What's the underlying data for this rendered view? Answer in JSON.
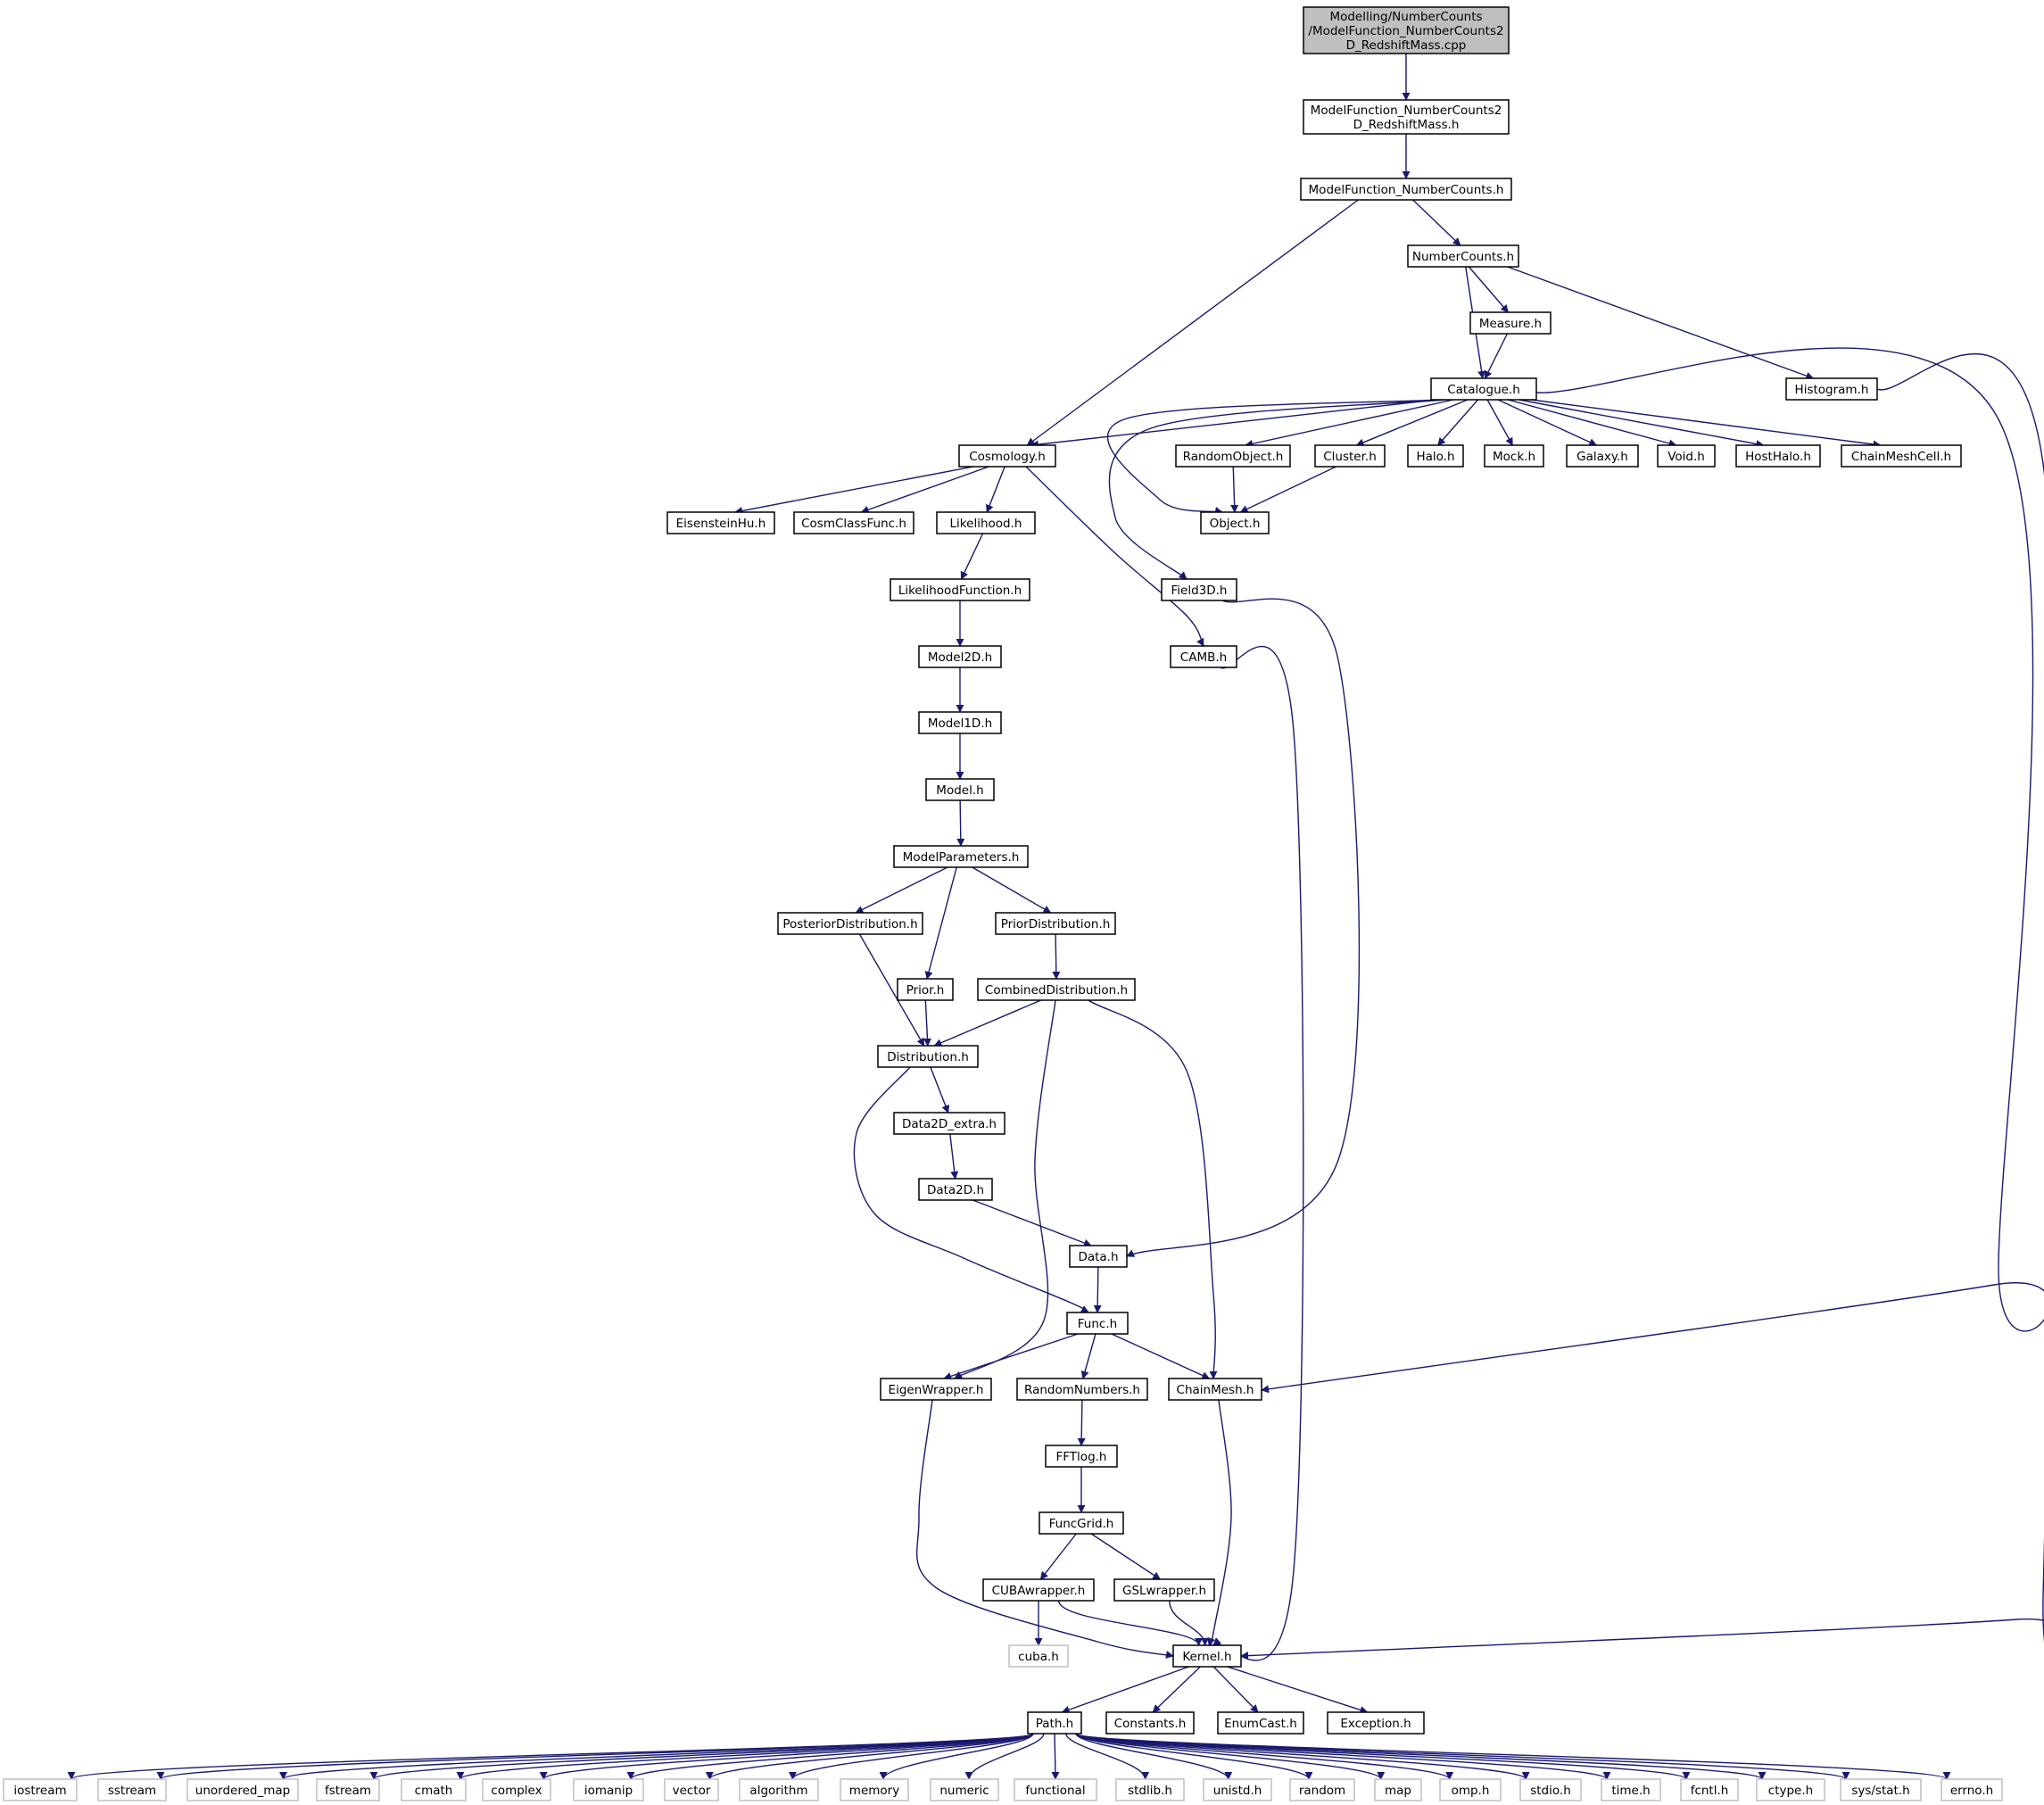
{
  "graph": {
    "nodes": [
      {
        "id": "root",
        "lines": [
          "Modelling/NumberCounts",
          "/ModelFunction_NumberCounts2",
          "D_RedshiftMass.cpp"
        ],
        "kind": "root"
      },
      {
        "id": "mf2d_h",
        "lines": [
          "ModelFunction_NumberCounts2",
          "D_RedshiftMass.h"
        ]
      },
      {
        "id": "mfnc_h",
        "lines": [
          "ModelFunction_NumberCounts.h"
        ]
      },
      {
        "id": "nc_h",
        "lines": [
          "NumberCounts.h"
        ]
      },
      {
        "id": "measure_h",
        "lines": [
          "Measure.h"
        ]
      },
      {
        "id": "catalogue_h",
        "lines": [
          "Catalogue.h"
        ]
      },
      {
        "id": "histogram_h",
        "lines": [
          "Histogram.h"
        ]
      },
      {
        "id": "cosmology_h",
        "lines": [
          "Cosmology.h"
        ]
      },
      {
        "id": "randomobject_h",
        "lines": [
          "RandomObject.h"
        ]
      },
      {
        "id": "cluster_h",
        "lines": [
          "Cluster.h"
        ]
      },
      {
        "id": "halo_h",
        "lines": [
          "Halo.h"
        ]
      },
      {
        "id": "mock_h",
        "lines": [
          "Mock.h"
        ]
      },
      {
        "id": "galaxy_h",
        "lines": [
          "Galaxy.h"
        ]
      },
      {
        "id": "void_h",
        "lines": [
          "Void.h"
        ]
      },
      {
        "id": "hosthalo_h",
        "lines": [
          "HostHalo.h"
        ]
      },
      {
        "id": "chainmeshcell_h",
        "lines": [
          "ChainMeshCell.h"
        ]
      },
      {
        "id": "eisensteinhu_h",
        "lines": [
          "EisensteinHu.h"
        ]
      },
      {
        "id": "cosmclassfunc_h",
        "lines": [
          "CosmClassFunc.h"
        ]
      },
      {
        "id": "likelihood_h",
        "lines": [
          "Likelihood.h"
        ]
      },
      {
        "id": "object_h",
        "lines": [
          "Object.h"
        ]
      },
      {
        "id": "likelihoodfunction_h",
        "lines": [
          "LikelihoodFunction.h"
        ]
      },
      {
        "id": "field3d_h",
        "lines": [
          "Field3D.h"
        ]
      },
      {
        "id": "model2d_h",
        "lines": [
          "Model2D.h"
        ]
      },
      {
        "id": "camb_h",
        "lines": [
          "CAMB.h"
        ]
      },
      {
        "id": "model1d_h",
        "lines": [
          "Model1D.h"
        ]
      },
      {
        "id": "model_h",
        "lines": [
          "Model.h"
        ]
      },
      {
        "id": "modelparameters_h",
        "lines": [
          "ModelParameters.h"
        ]
      },
      {
        "id": "posterior_h",
        "lines": [
          "PosteriorDistribution.h"
        ]
      },
      {
        "id": "prior_dist_h",
        "lines": [
          "PriorDistribution.h"
        ]
      },
      {
        "id": "prior_h",
        "lines": [
          "Prior.h"
        ]
      },
      {
        "id": "combined_h",
        "lines": [
          "CombinedDistribution.h"
        ]
      },
      {
        "id": "distribution_h",
        "lines": [
          "Distribution.h"
        ]
      },
      {
        "id": "data2dextra_h",
        "lines": [
          "Data2D_extra.h"
        ]
      },
      {
        "id": "data2d_h",
        "lines": [
          "Data2D.h"
        ]
      },
      {
        "id": "data_h",
        "lines": [
          "Data.h"
        ]
      },
      {
        "id": "func_h",
        "lines": [
          "Func.h"
        ]
      },
      {
        "id": "eigen_h",
        "lines": [
          "EigenWrapper.h"
        ]
      },
      {
        "id": "randomnumbers_h",
        "lines": [
          "RandomNumbers.h"
        ]
      },
      {
        "id": "chainmesh_h",
        "lines": [
          "ChainMesh.h"
        ]
      },
      {
        "id": "fftlog_h",
        "lines": [
          "FFTlog.h"
        ]
      },
      {
        "id": "funcgrid_h",
        "lines": [
          "FuncGrid.h"
        ]
      },
      {
        "id": "cuba_wrap_h",
        "lines": [
          "CUBAwrapper.h"
        ]
      },
      {
        "id": "gsl_wrap_h",
        "lines": [
          "GSLwrapper.h"
        ]
      },
      {
        "id": "cuba_h",
        "lines": [
          "cuba.h"
        ],
        "kind": "ext"
      },
      {
        "id": "kernel_h",
        "lines": [
          "Kernel.h"
        ]
      },
      {
        "id": "path_h",
        "lines": [
          "Path.h"
        ]
      },
      {
        "id": "constants_h",
        "lines": [
          "Constants.h"
        ]
      },
      {
        "id": "enumcast_h",
        "lines": [
          "EnumCast.h"
        ]
      },
      {
        "id": "exception_h",
        "lines": [
          "Exception.h"
        ]
      },
      {
        "id": "iostream",
        "lines": [
          "iostream"
        ],
        "kind": "ext"
      },
      {
        "id": "sstream",
        "lines": [
          "sstream"
        ],
        "kind": "ext"
      },
      {
        "id": "unordered_map",
        "lines": [
          "unordered_map"
        ],
        "kind": "ext"
      },
      {
        "id": "fstream",
        "lines": [
          "fstream"
        ],
        "kind": "ext"
      },
      {
        "id": "cmath",
        "lines": [
          "cmath"
        ],
        "kind": "ext"
      },
      {
        "id": "complex",
        "lines": [
          "complex"
        ],
        "kind": "ext"
      },
      {
        "id": "iomanip",
        "lines": [
          "iomanip"
        ],
        "kind": "ext"
      },
      {
        "id": "vector",
        "lines": [
          "vector"
        ],
        "kind": "ext"
      },
      {
        "id": "algorithm",
        "lines": [
          "algorithm"
        ],
        "kind": "ext"
      },
      {
        "id": "memory",
        "lines": [
          "memory"
        ],
        "kind": "ext"
      },
      {
        "id": "numeric",
        "lines": [
          "numeric"
        ],
        "kind": "ext"
      },
      {
        "id": "functional",
        "lines": [
          "functional"
        ],
        "kind": "ext"
      },
      {
        "id": "stdlib_h",
        "lines": [
          "stdlib.h"
        ],
        "kind": "ext"
      },
      {
        "id": "unistd_h",
        "lines": [
          "unistd.h"
        ],
        "kind": "ext"
      },
      {
        "id": "random",
        "lines": [
          "random"
        ],
        "kind": "ext"
      },
      {
        "id": "map",
        "lines": [
          "map"
        ],
        "kind": "ext"
      },
      {
        "id": "omp_h",
        "lines": [
          "omp.h"
        ],
        "kind": "ext"
      },
      {
        "id": "stdio_h",
        "lines": [
          "stdio.h"
        ],
        "kind": "ext"
      },
      {
        "id": "time_h",
        "lines": [
          "time.h"
        ],
        "kind": "ext"
      },
      {
        "id": "fcntl_h",
        "lines": [
          "fcntl.h"
        ],
        "kind": "ext"
      },
      {
        "id": "ctype_h",
        "lines": [
          "ctype.h"
        ],
        "kind": "ext"
      },
      {
        "id": "sysstat_h",
        "lines": [
          "sys/stat.h"
        ],
        "kind": "ext"
      },
      {
        "id": "errno_h",
        "lines": [
          "errno.h"
        ],
        "kind": "ext"
      }
    ],
    "edges": [
      [
        "root",
        "mf2d_h"
      ],
      [
        "mf2d_h",
        "mfnc_h"
      ],
      [
        "mfnc_h",
        "cosmology_h"
      ],
      [
        "mfnc_h",
        "nc_h"
      ],
      [
        "nc_h",
        "measure_h"
      ],
      [
        "nc_h",
        "catalogue_h"
      ],
      [
        "nc_h",
        "histogram_h"
      ],
      [
        "measure_h",
        "catalogue_h"
      ],
      [
        "catalogue_h",
        "cosmology_h"
      ],
      [
        "catalogue_h",
        "randomobject_h"
      ],
      [
        "catalogue_h",
        "cluster_h"
      ],
      [
        "catalogue_h",
        "halo_h"
      ],
      [
        "catalogue_h",
        "mock_h"
      ],
      [
        "catalogue_h",
        "galaxy_h"
      ],
      [
        "catalogue_h",
        "void_h"
      ],
      [
        "catalogue_h",
        "hosthalo_h"
      ],
      [
        "catalogue_h",
        "chainmeshcell_h"
      ],
      [
        "catalogue_h",
        "object_h"
      ],
      [
        "catalogue_h",
        "field3d_h"
      ],
      [
        "catalogue_h",
        "chainmesh_h"
      ],
      [
        "histogram_h",
        "kernel_h"
      ],
      [
        "cosmology_h",
        "eisensteinhu_h"
      ],
      [
        "cosmology_h",
        "cosmclassfunc_h"
      ],
      [
        "cosmology_h",
        "likelihood_h"
      ],
      [
        "cosmology_h",
        "camb_h"
      ],
      [
        "randomobject_h",
        "object_h"
      ],
      [
        "cluster_h",
        "object_h"
      ],
      [
        "likelihood_h",
        "likelihoodfunction_h"
      ],
      [
        "likelihoodfunction_h",
        "model2d_h"
      ],
      [
        "model2d_h",
        "model1d_h"
      ],
      [
        "model1d_h",
        "model_h"
      ],
      [
        "model_h",
        "modelparameters_h"
      ],
      [
        "modelparameters_h",
        "posterior_h"
      ],
      [
        "modelparameters_h",
        "prior_h"
      ],
      [
        "modelparameters_h",
        "prior_dist_h"
      ],
      [
        "prior_dist_h",
        "combined_h"
      ],
      [
        "posterior_h",
        "distribution_h"
      ],
      [
        "prior_h",
        "distribution_h"
      ],
      [
        "combined_h",
        "distribution_h"
      ],
      [
        "combined_h",
        "eigen_h"
      ],
      [
        "combined_h",
        "chainmesh_h"
      ],
      [
        "distribution_h",
        "data2dextra_h"
      ],
      [
        "distribution_h",
        "func_h"
      ],
      [
        "data2dextra_h",
        "data2d_h"
      ],
      [
        "data2d_h",
        "data_h"
      ],
      [
        "field3d_h",
        "data_h"
      ],
      [
        "camb_h",
        "kernel_h"
      ],
      [
        "data_h",
        "func_h"
      ],
      [
        "func_h",
        "eigen_h"
      ],
      [
        "func_h",
        "randomnumbers_h"
      ],
      [
        "func_h",
        "chainmesh_h"
      ],
      [
        "randomnumbers_h",
        "fftlog_h"
      ],
      [
        "fftlog_h",
        "funcgrid_h"
      ],
      [
        "funcgrid_h",
        "cuba_wrap_h"
      ],
      [
        "funcgrid_h",
        "gsl_wrap_h"
      ],
      [
        "cuba_wrap_h",
        "cuba_h"
      ],
      [
        "cuba_wrap_h",
        "kernel_h"
      ],
      [
        "gsl_wrap_h",
        "kernel_h"
      ],
      [
        "eigen_h",
        "kernel_h"
      ],
      [
        "chainmesh_h",
        "kernel_h"
      ],
      [
        "kernel_h",
        "path_h"
      ],
      [
        "kernel_h",
        "constants_h"
      ],
      [
        "kernel_h",
        "enumcast_h"
      ],
      [
        "kernel_h",
        "exception_h"
      ],
      [
        "path_h",
        "iostream"
      ],
      [
        "path_h",
        "sstream"
      ],
      [
        "path_h",
        "unordered_map"
      ],
      [
        "path_h",
        "fstream"
      ],
      [
        "path_h",
        "cmath"
      ],
      [
        "path_h",
        "complex"
      ],
      [
        "path_h",
        "iomanip"
      ],
      [
        "path_h",
        "vector"
      ],
      [
        "path_h",
        "algorithm"
      ],
      [
        "path_h",
        "memory"
      ],
      [
        "path_h",
        "numeric"
      ],
      [
        "path_h",
        "functional"
      ],
      [
        "path_h",
        "stdlib_h"
      ],
      [
        "path_h",
        "unistd_h"
      ],
      [
        "path_h",
        "random"
      ],
      [
        "path_h",
        "map"
      ],
      [
        "path_h",
        "omp_h"
      ],
      [
        "path_h",
        "stdio_h"
      ],
      [
        "path_h",
        "time_h"
      ],
      [
        "path_h",
        "fcntl_h"
      ],
      [
        "path_h",
        "ctype_h"
      ],
      [
        "path_h",
        "sysstat_h"
      ],
      [
        "path_h",
        "errno_h"
      ]
    ]
  },
  "colors": {
    "edge": "#191970",
    "node_border": "#000000",
    "external_border": "#bfbfbf",
    "root_fill": "#bfbfbf",
    "node_text": "#000000",
    "background": "#ffffff"
  }
}
